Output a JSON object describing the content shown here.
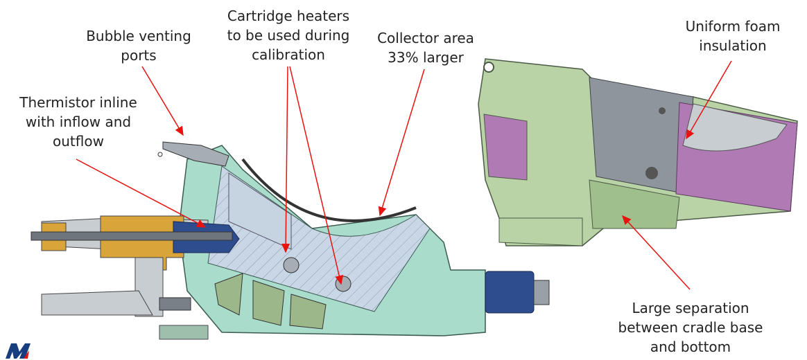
{
  "annotations": {
    "bubble": [
      "Bubble venting",
      "ports"
    ],
    "heaters": [
      "Cartridge heaters",
      "to be used during",
      "calibration"
    ],
    "collector": [
      "Collector area",
      "33% larger"
    ],
    "thermistor": [
      "Thermistor inline",
      "with inflow and",
      "outflow"
    ],
    "foam": [
      "Uniform foam",
      "insulation"
    ],
    "separation": [
      "Large separation",
      "between cradle base",
      "and bottom"
    ]
  },
  "logo": {
    "text": "M"
  },
  "colors": {
    "arrow": "#e8120f",
    "cradle": "#a9dccb",
    "green": "#b9d3a6",
    "gray": "#8f959c",
    "foam": "#b07ab4",
    "brass": "#d9a43a",
    "blue": "#2d4d8f",
    "logo": "#173e7e"
  }
}
